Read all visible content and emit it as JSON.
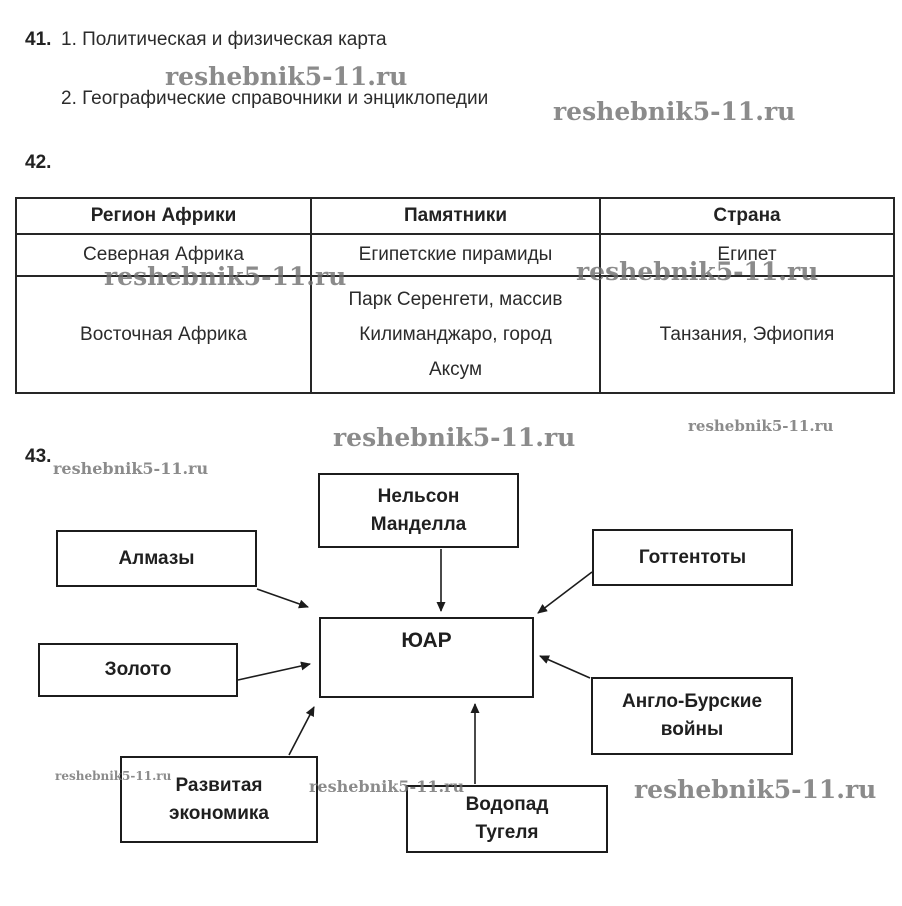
{
  "watermark": {
    "text": "reshebnik5-11.ru"
  },
  "exercise41": {
    "number": "41.",
    "item1": "1. Политическая и физическая карта",
    "item2": "2. Географические справочники и энциклопедии"
  },
  "exercise42": {
    "number": "42.",
    "table": {
      "headers": [
        "Регион Африки",
        "Памятники",
        "Страна"
      ],
      "rows": [
        [
          "Северная Африка",
          "Египетские пирамиды",
          "Египет"
        ],
        [
          "Восточная Африка",
          [
            "Парк Серенгети, массив",
            "Килиманджаро, город",
            "Аксум"
          ],
          "Танзания, Эфиопия"
        ]
      ]
    }
  },
  "exercise43": {
    "number": "43.",
    "center": "ЮАР",
    "nodes": {
      "nelson": [
        "Нельсон",
        "Манделла"
      ],
      "almazy": "Алмазы",
      "gottentoty": "Готтентоты",
      "zoloto": "Золото",
      "anglo": [
        "Англо-Бурские",
        "войны"
      ],
      "razvitaya": [
        "Развитая",
        "экономика"
      ],
      "vodopad": [
        "Водопад",
        "Тугеля"
      ]
    },
    "connections": [
      {
        "from": "Нельсон Манделла",
        "to": "ЮАР"
      },
      {
        "from": "Алмазы",
        "to": "ЮАР"
      },
      {
        "from": "Готтентоты",
        "to": "ЮАР"
      },
      {
        "from": "Золото",
        "to": "ЮАР"
      },
      {
        "from": "Англо-Бурские войны",
        "to": "ЮАР"
      },
      {
        "from": "Развитая экономика",
        "to": "ЮАР"
      },
      {
        "from": "Водопад Тугеля",
        "to": "ЮАР"
      }
    ]
  },
  "colors": {
    "text": "#262626",
    "border": "#1c1c1c",
    "watermark": "#6f6f6f",
    "background": "#ffffff"
  }
}
